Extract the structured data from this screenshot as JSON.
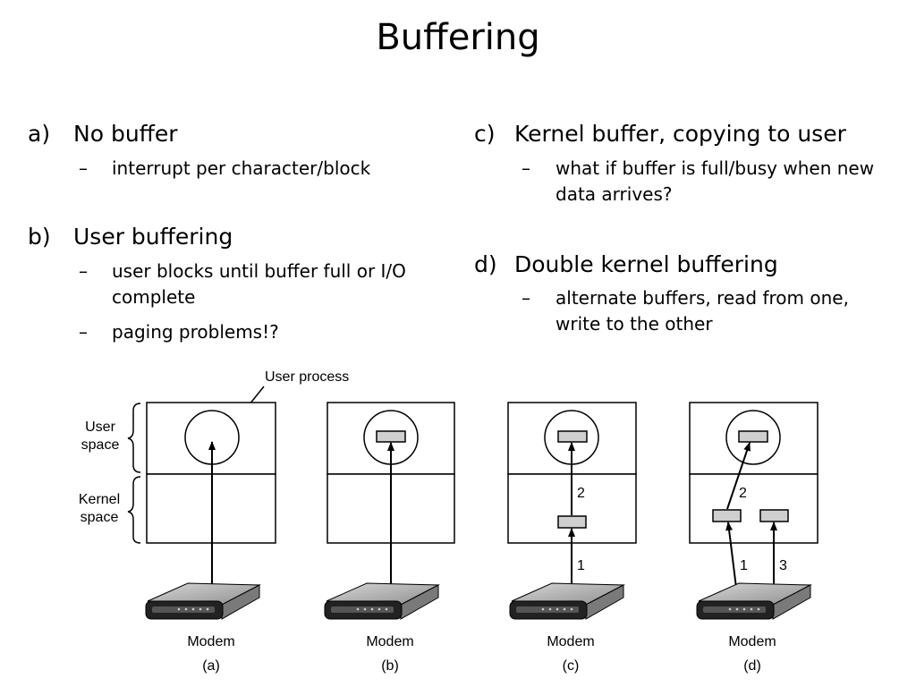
{
  "title": "Buffering",
  "bullets": {
    "a": {
      "marker": "a)",
      "text": "No buffer",
      "subs": [
        "interrupt per character/block"
      ]
    },
    "b": {
      "marker": "b)",
      "text": "User buffering",
      "subs": [
        "user blocks until buffer full or I/O complete",
        "paging problems!?"
      ]
    },
    "c": {
      "marker": "c)",
      "text": "Kernel buffer, copying to user",
      "subs": [
        "what if buffer is full/busy when new data arrives?"
      ]
    },
    "d": {
      "marker": "d)",
      "text": "Double kernel buffering",
      "subs": [
        "alternate buffers, read from one, write to the other"
      ]
    }
  },
  "sub_dash": "–",
  "diagram": {
    "user_process_label": "User process",
    "user_space_label": [
      "User",
      "space"
    ],
    "kernel_space_label": [
      "Kernel",
      "space"
    ],
    "device_label": "Modem",
    "panel_labels": [
      "(a)",
      "(b)",
      "(c)",
      "(d)"
    ],
    "step_labels": {
      "c": [
        "1",
        "2"
      ],
      "d": [
        "1",
        "2",
        "3"
      ]
    }
  }
}
